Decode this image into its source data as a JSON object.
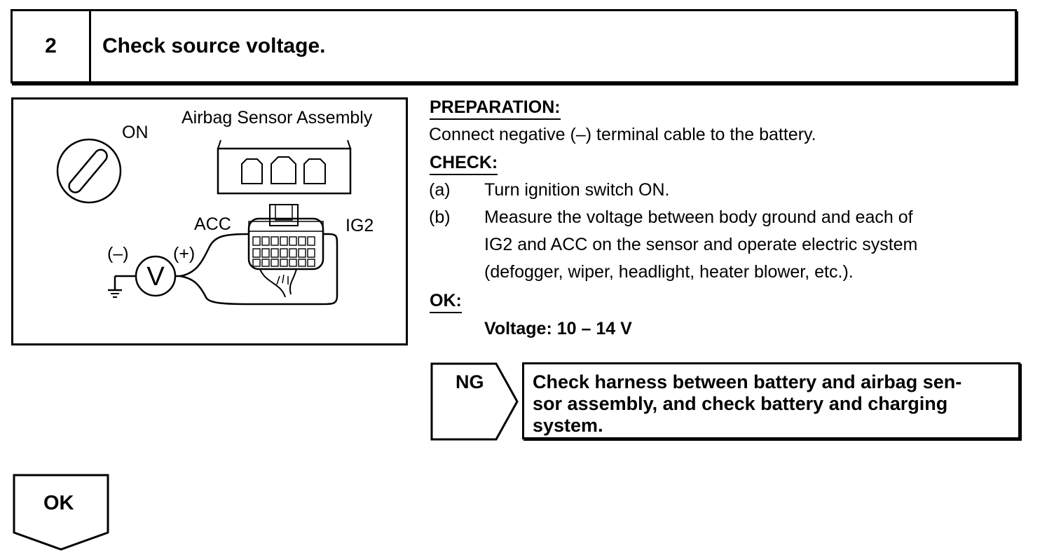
{
  "step": {
    "number": "2",
    "title": "Check source voltage."
  },
  "illustration": {
    "switch_label": "ON",
    "assembly_label": "Airbag Sensor Assembly",
    "acc_label": "ACC",
    "ig2_label": "IG2",
    "minus_label": "(–)",
    "plus_label": "(+)",
    "meter_symbol": "V"
  },
  "preparation": {
    "heading": "PREPARATION:",
    "text": "Connect negative (–) terminal cable to the battery."
  },
  "check": {
    "heading": "CHECK:",
    "items": [
      {
        "letter": "(a)",
        "lines": [
          "Turn ignition switch ON."
        ]
      },
      {
        "letter": "(b)",
        "lines": [
          "Measure the voltage between body ground and each of",
          "IG2 and ACC on the sensor and operate electric system",
          "(defogger, wiper, headlight, heater blower, etc.)."
        ]
      }
    ]
  },
  "ok_spec": {
    "heading": "OK:",
    "value": "Voltage: 10 – 14 V"
  },
  "ng": {
    "label": "NG",
    "result_lines": [
      "Check harness between battery and airbag sen-",
      "sor assembly, and check battery and charging",
      "system."
    ]
  },
  "ok_flow": {
    "label": "OK"
  }
}
